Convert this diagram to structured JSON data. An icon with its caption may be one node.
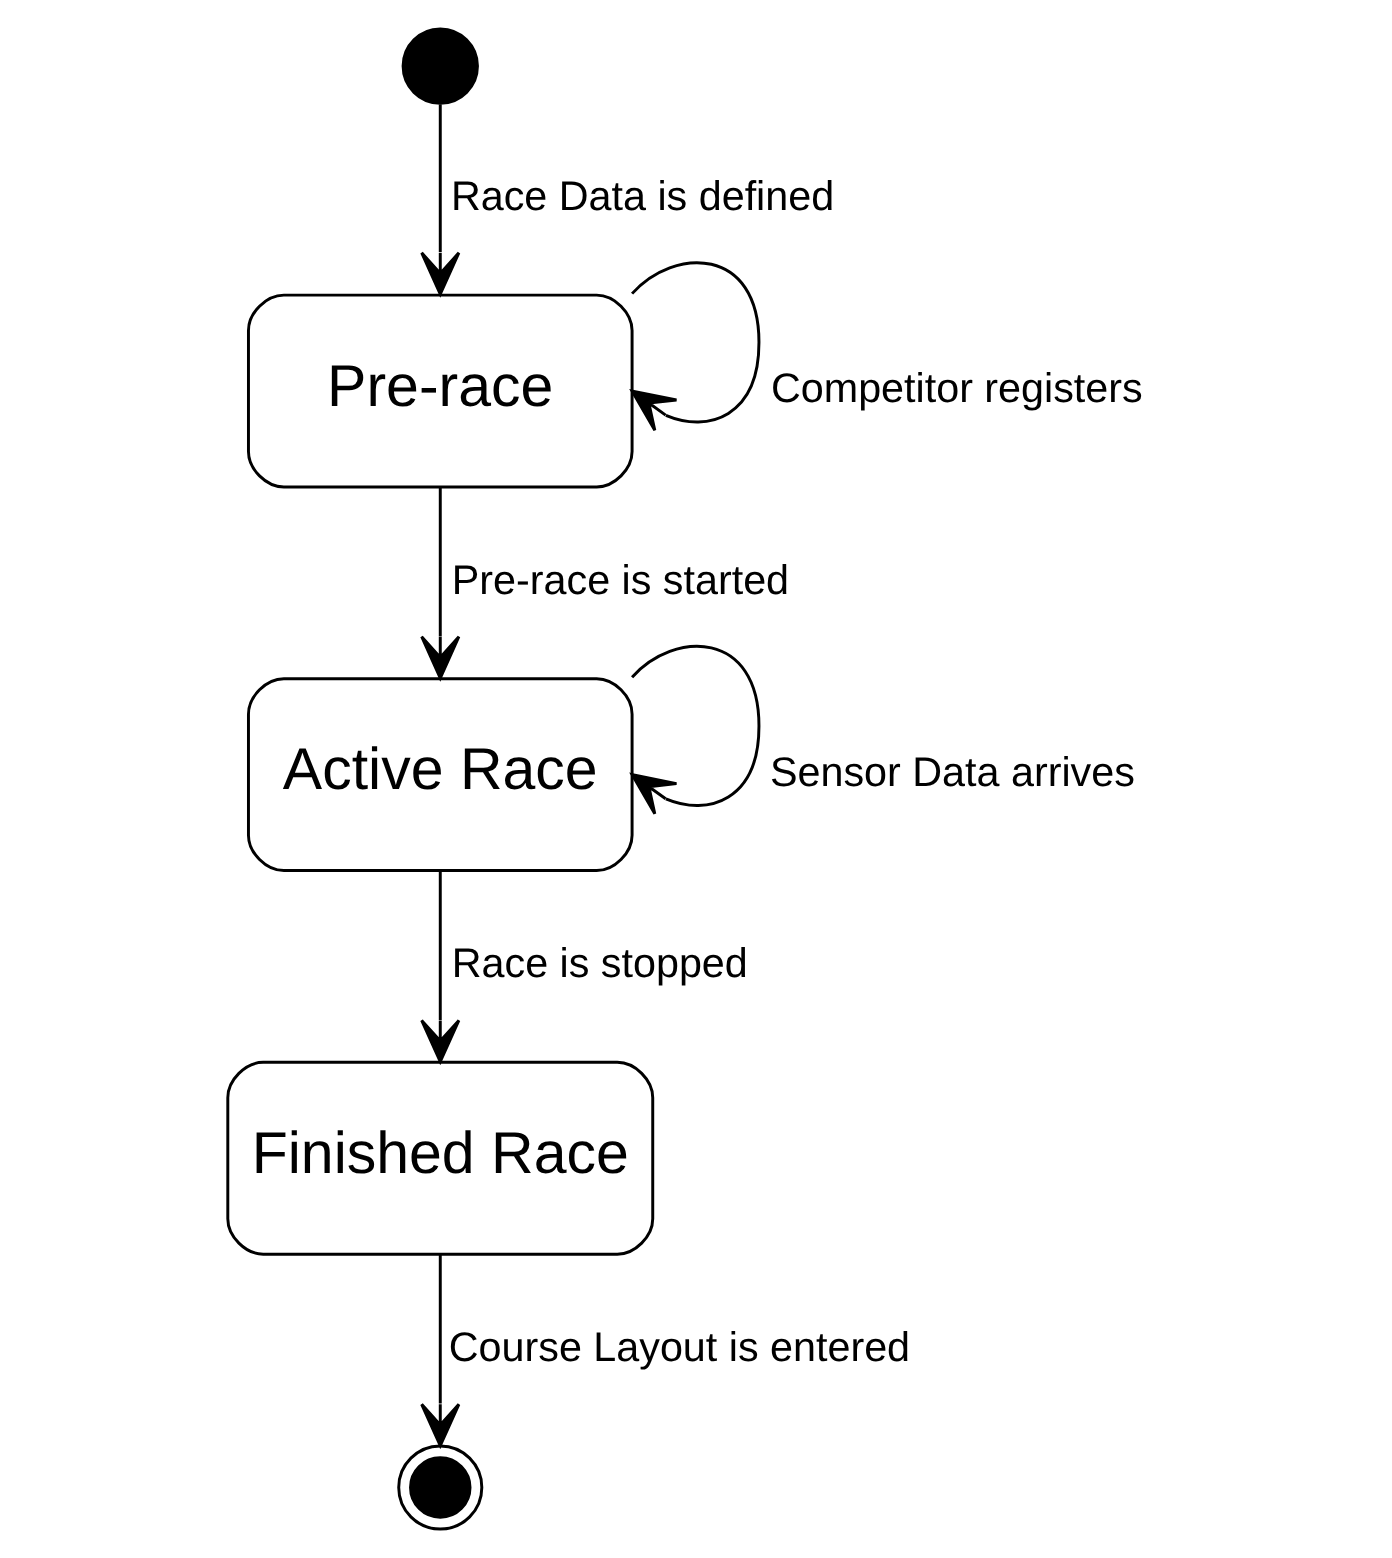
{
  "diagram": {
    "nodes": [
      {
        "text": [],
        "shape": "circle"
      },
      {
        "text": [
          "Pre-race"
        ]
      },
      {
        "text": [
          "Active Race"
        ]
      },
      {
        "text": [
          "Finished Race"
        ]
      },
      {
        "text": [],
        "shape": "bullseye"
      }
    ],
    "edges": [
      {
        "from": 0,
        "to": 1,
        "arrow": "to",
        "label": "Race Data is defined"
      },
      {
        "from": 1,
        "to": 1,
        "arrow": "to",
        "label": "Competitor registers"
      },
      {
        "from": 1,
        "to": 2,
        "arrow": "to",
        "label": "Pre-race is started"
      },
      {
        "from": 2,
        "to": 2,
        "arrow": "to",
        "label": "Sensor Data arrives"
      },
      {
        "from": 2,
        "to": 3,
        "arrow": "to",
        "label": "Race is stopped"
      },
      {
        "from": 3,
        "to": 4,
        "arrow": "to",
        "label": "Course Layout is entered"
      }
    ]
  }
}
